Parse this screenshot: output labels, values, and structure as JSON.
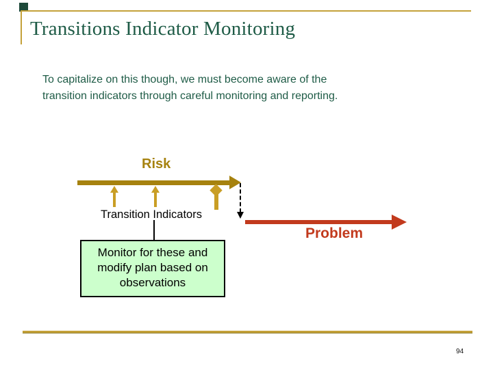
{
  "slide": {
    "title": "Transitions Indicator Monitoring",
    "page_number": "94",
    "body_lines": [
      "To capitalize on this though, we must become aware of the",
      "transition indicators through careful monitoring and reporting."
    ]
  },
  "diagram": {
    "risk_label": "Risk",
    "transition_label": "Transition Indicators",
    "problem_label": "Problem",
    "monitor_box_lines": [
      "Monitor for these and",
      "modify plan based on",
      "observations"
    ],
    "arrows": [
      {
        "name": "risk-timeline-arrow",
        "direction": "right",
        "color": "#A6820F",
        "style": "solid"
      },
      {
        "name": "indicator-arrow-1",
        "direction": "up",
        "color": "#C99E25",
        "style": "solid"
      },
      {
        "name": "indicator-arrow-2",
        "direction": "up",
        "color": "#C99E25",
        "style": "solid"
      },
      {
        "name": "indicator-arrow-3",
        "direction": "up",
        "color": "#C99E25",
        "style": "solid"
      },
      {
        "name": "risk-to-problem-arrow",
        "direction": "down",
        "color": "#000000",
        "style": "dashed"
      },
      {
        "name": "problem-timeline-arrow",
        "direction": "right",
        "color": "#C23A1D",
        "style": "solid"
      }
    ]
  },
  "colors": {
    "title_green": "#1E5B46",
    "frame_gold": "#C4A139",
    "frame_gold_dark": "#8F7D2C",
    "corner_square_green": "#1E4A3A",
    "risk_olive": "#A6820F",
    "indicator_gold": "#C99E25",
    "problem_red": "#C23A1D",
    "box_fill": "#CCFFCC",
    "ink": "#000000"
  }
}
